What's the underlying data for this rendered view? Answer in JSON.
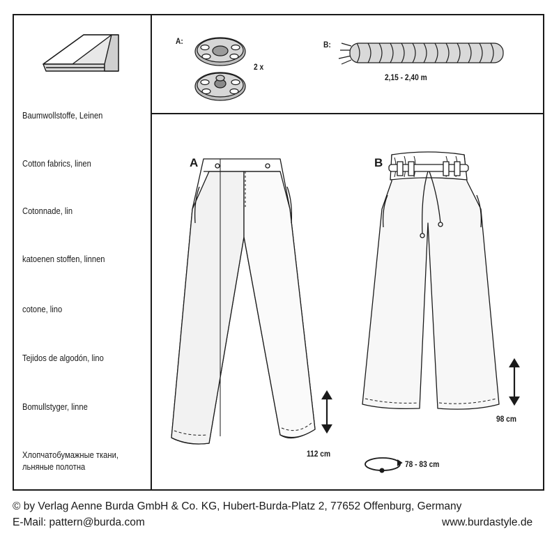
{
  "fabrics": [
    "Baumwollstoffe, Leinen",
    "Cotton fabrics, linen",
    "Cotonnade, lin",
    "katoenen stoffen, linnen",
    "cotone, lino",
    "Tejidos de algodón, lino",
    "Bomullstyger, linne",
    "Хлопчатобумажные ткани,",
    "льняные полотна"
  ],
  "notions": {
    "a_label": "A:",
    "a_quantity": "2 x",
    "b_label": "B:",
    "b_length": "2,15 - 2,40 m"
  },
  "views": {
    "a_letter": "A",
    "b_letter": "B",
    "a_length": "112 cm",
    "b_length": "98 cm",
    "waist_range": "78 - 83 cm"
  },
  "footer": {
    "copyright": "© by Verlag Aenne Burda GmbH & Co. KG, Hubert-Burda-Platz 2, 77652 Offenburg, Germany",
    "email": "E-Mail: pattern@burda.com",
    "website": "www.burdastyle.de"
  }
}
